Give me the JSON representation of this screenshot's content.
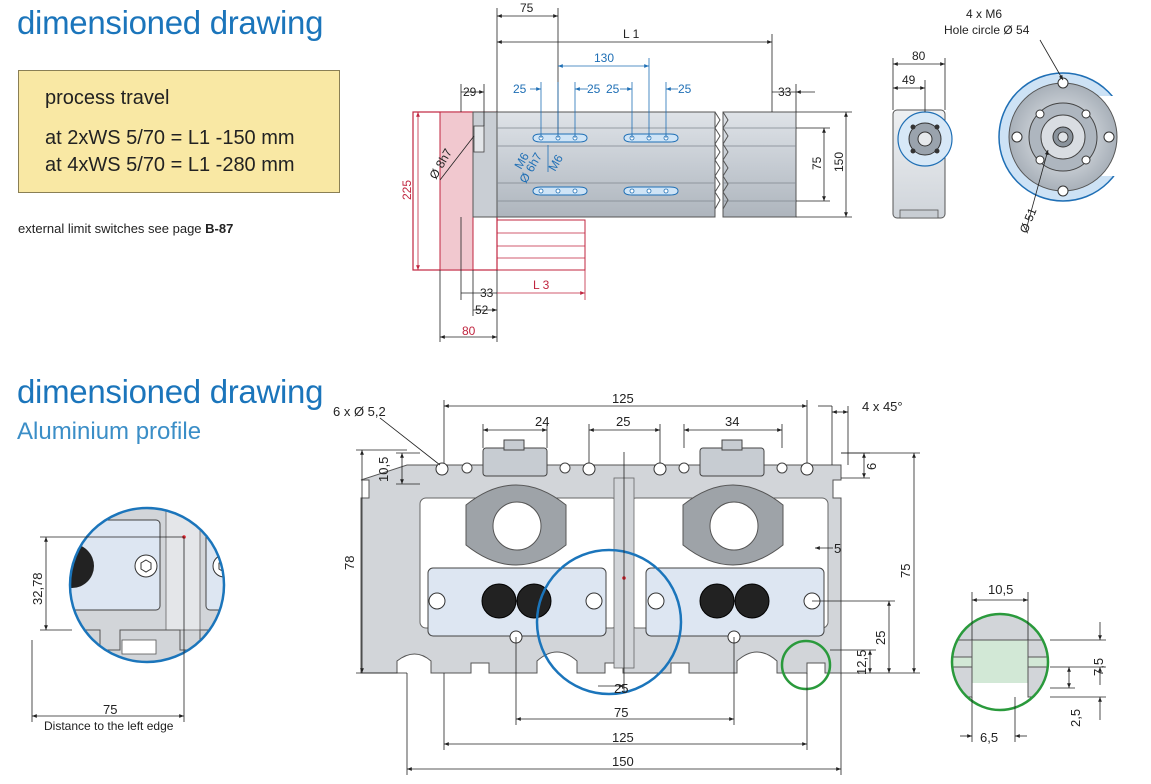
{
  "section1": {
    "title": "dimensioned drawing",
    "travel_heading": "process travel",
    "travel_line1": "at 2xWS 5/70 = L1 -150 mm",
    "travel_line2": "at 4xWS 5/70 = L1 -280 mm",
    "note_text": "external limit switches see page",
    "note_page": "B-87"
  },
  "section2": {
    "title": "dimensioned drawing",
    "subtitle": "Aluminium profile"
  },
  "drawing1": {
    "dims": {
      "d75": "75",
      "L1": "L 1",
      "d130": "130",
      "d25a": "25",
      "d25b": "25",
      "d25c": "25",
      "d25d": "25",
      "d29": "29",
      "d33top": "33",
      "d33bot": "33",
      "d52": "52",
      "L3": "L 3",
      "d80": "80",
      "d225": "225",
      "d8h7": "Ø 8h7",
      "d75v": "75",
      "d150v": "150",
      "m6a": "M6",
      "d6h7": "Ø 6h7",
      "m6b": "M6"
    }
  },
  "drawing2": {
    "dims": {
      "d80": "80",
      "d49": "49"
    }
  },
  "drawing3": {
    "dims": {
      "m6": "4 x M6",
      "hole_circle": "Hole circle Ø 54",
      "d51": "Ø 51"
    }
  },
  "profile": {
    "dims": {
      "holes": "6 x Ø 5,2",
      "d125top": "125",
      "d24": "24",
      "d25": "25",
      "d34": "34",
      "chamfer": "4 x 45°",
      "d10_5": "10,5",
      "d6": "6",
      "d78": "78",
      "d5": "5",
      "d75v": "75",
      "d25v": "25",
      "d12_5": "12,5",
      "d25c": "25",
      "d75h": "75",
      "d125h": "125",
      "d150": "150"
    }
  },
  "detail_left": {
    "dims": {
      "d32_78": "32,78",
      "d75": "75",
      "caption": "Distance to the left edge"
    }
  },
  "detail_right": {
    "dims": {
      "d10_5": "10,5",
      "d7_5": "7,5",
      "d2_5": "2,5",
      "d6_5": "6,5"
    }
  },
  "colors": {
    "title_blue": "#1b75bb",
    "dim_blue": "#1f6fb5",
    "dim_red": "#c0253f",
    "box_yellow": "#f9e8a4",
    "circle_green": "#2a9a3c"
  }
}
